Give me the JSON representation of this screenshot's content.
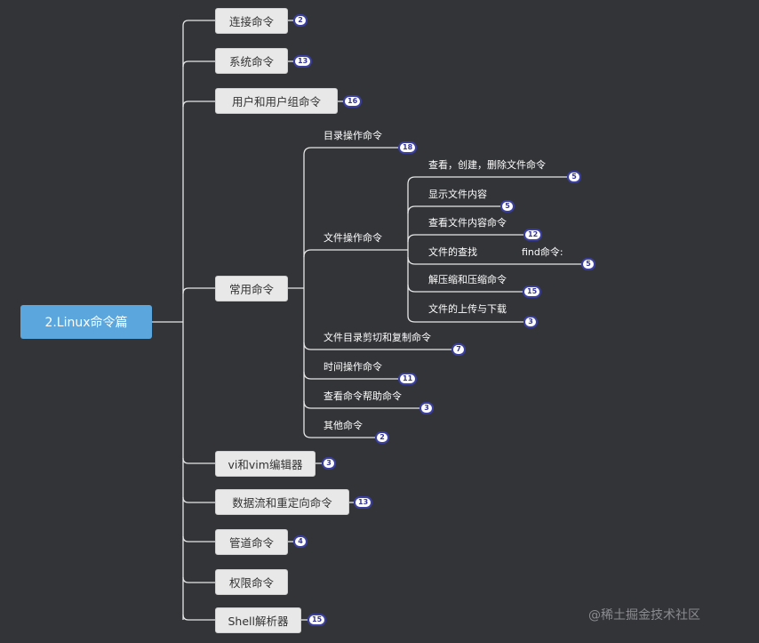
{
  "root": {
    "label": "2.Linux命令篇"
  },
  "branches": {
    "connect": {
      "label": "连接命令",
      "count": "2"
    },
    "system": {
      "label": "系统命令",
      "count": "13"
    },
    "user": {
      "label": "用户和用户组命令",
      "count": "16"
    },
    "common": {
      "label": "常用命令",
      "dir_ops": {
        "label": "目录操作命令",
        "count": "18"
      },
      "file_ops": {
        "label": "文件操作命令",
        "view_create_delete": {
          "label": "查看，创建，删除文件命令",
          "count": "5"
        },
        "show_content": {
          "label": "显示文件内容",
          "count": "5"
        },
        "view_content_cmd": {
          "label": "查看文件内容命令",
          "count": "12"
        },
        "find_file": {
          "label": "文件的查找",
          "sub_label": "find命令:",
          "count": "5"
        },
        "compress": {
          "label": "解压缩和压缩命令",
          "count": "15"
        },
        "upload_download": {
          "label": "文件的上传与下载",
          "count": "3"
        }
      },
      "cut_copy": {
        "label": "文件目录剪切和复制命令",
        "count": "7"
      },
      "time_ops": {
        "label": "时间操作命令",
        "count": "11"
      },
      "help_cmd": {
        "label": "查看命令帮助命令",
        "count": "3"
      },
      "other": {
        "label": "其他命令",
        "count": "2"
      }
    },
    "vi": {
      "label": "vi和vim编辑器",
      "count": "3"
    },
    "redirect": {
      "label": "数据流和重定向命令",
      "count": "13"
    },
    "pipe": {
      "label": "管道命令",
      "count": "4"
    },
    "permission": {
      "label": "权限命令"
    },
    "shell": {
      "label": "Shell解析器",
      "count": "15"
    }
  },
  "watermark": "@稀土掘金技术社区",
  "colors": {
    "background": "#333438",
    "root": "#5aa6dd",
    "node": "#e8e8e8",
    "line": "#e6e6e6",
    "badge_border": "#3b3fa0"
  }
}
